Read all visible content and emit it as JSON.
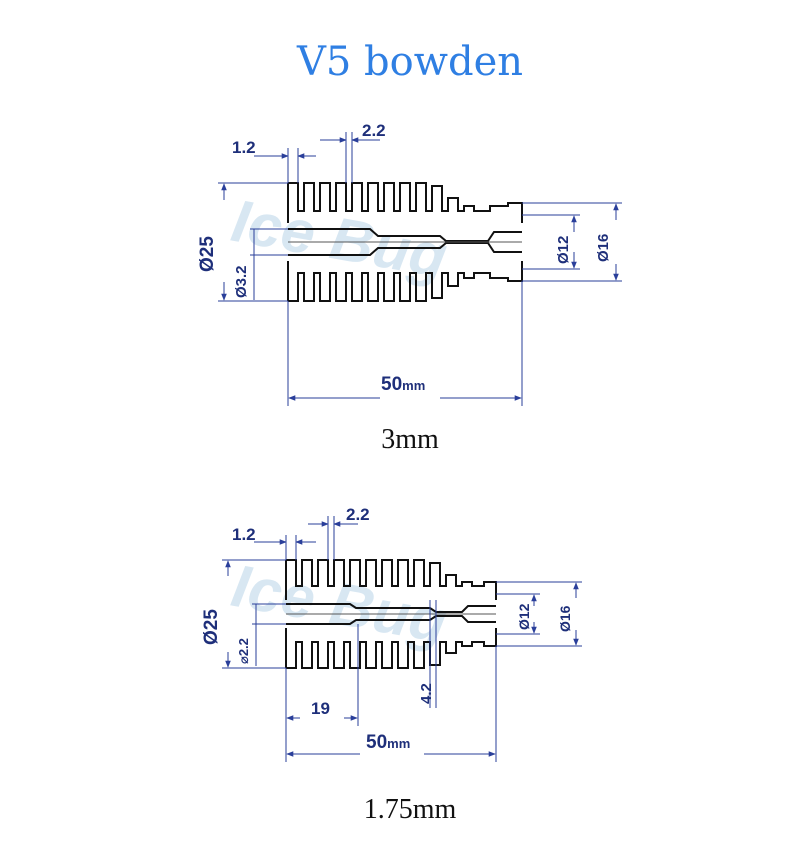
{
  "title": "V5 bowden",
  "colors": {
    "title": "#2f7fe3",
    "dimension": "#1e2f7a",
    "outline": "#111111"
  },
  "watermark": "Ice Bug",
  "diagrams": [
    {
      "caption": "3mm",
      "dims": {
        "fin_gap": "1.2",
        "fin_thickness": "2.2",
        "outer_diameter": "Ø25",
        "bore_diameter": "Ø3.2",
        "neck_inner": "Ø12",
        "neck_outer": "Ø16",
        "length_value": "50",
        "length_unit": "mm"
      }
    },
    {
      "caption": "1.75mm",
      "dims": {
        "fin_gap": "1.2",
        "fin_thickness": "2.2",
        "outer_diameter": "Ø25",
        "bore_diameter": "⌀2.2",
        "neck_inner": "Ø12",
        "neck_outer": "Ø16",
        "bore_length": "19",
        "step": "4.2",
        "length_value": "50",
        "length_unit": "mm"
      }
    }
  ]
}
